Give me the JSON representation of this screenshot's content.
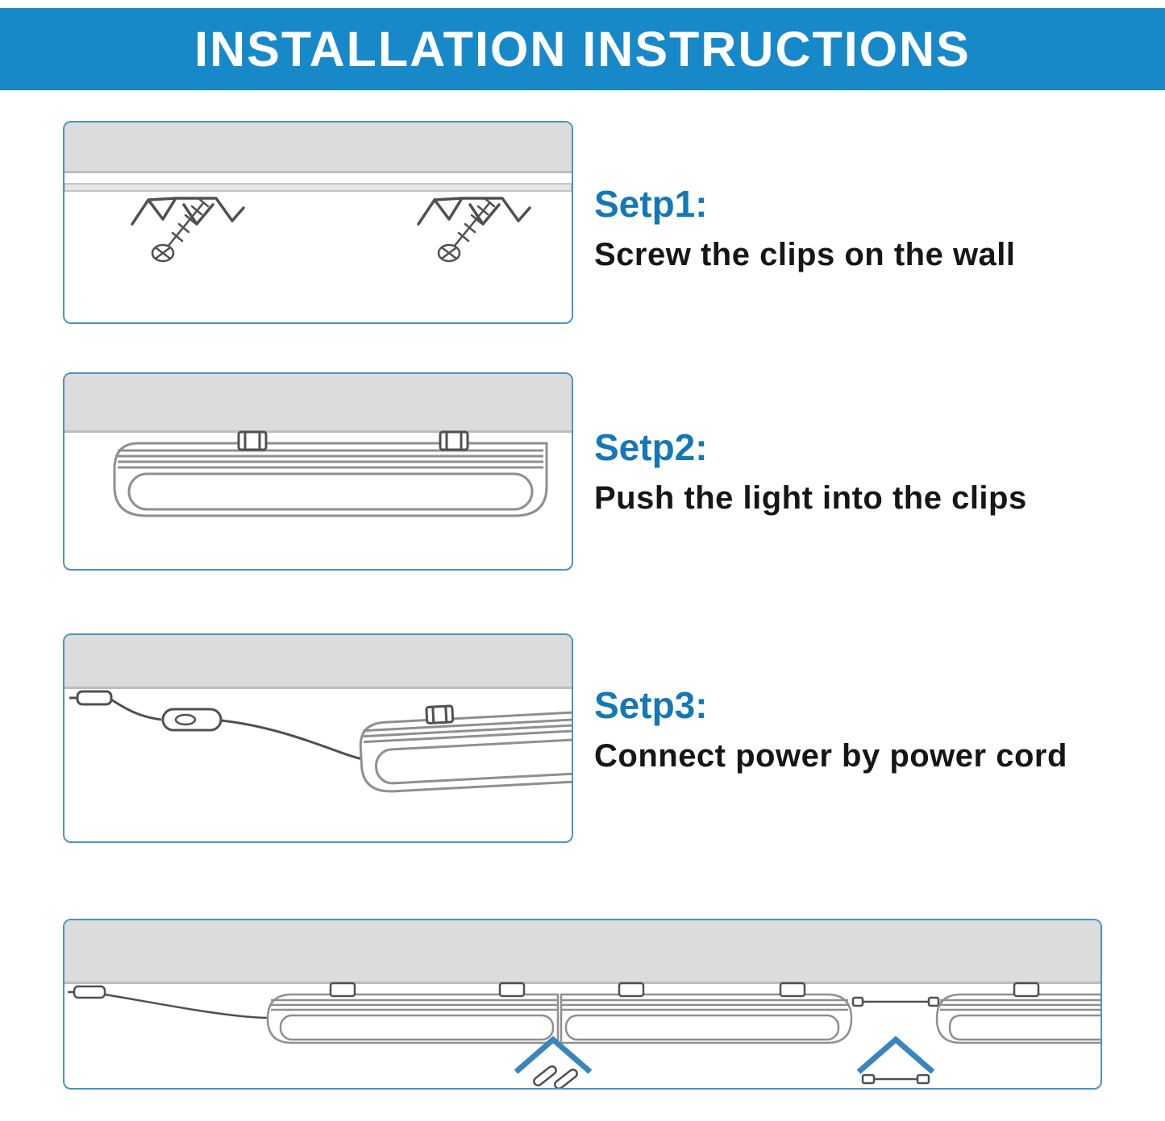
{
  "header": {
    "title": "INSTALLATION INSTRUCTIONS"
  },
  "steps": [
    {
      "label": "Setp1:",
      "description": "Screw the clips on the wall"
    },
    {
      "label": "Setp2:",
      "description": "Push the light into the clips"
    },
    {
      "label": "Setp3:",
      "description": "Connect power by power cord"
    }
  ],
  "illustrations": [
    {
      "name": "clips-screwed-on-wall-illustration"
    },
    {
      "name": "light-pushed-into-clips-illustration"
    },
    {
      "name": "power-cord-connection-illustration"
    },
    {
      "name": "multiple-lights-series-connection-illustration"
    }
  ],
  "colors": {
    "header_bg": "#1789c9",
    "header_text": "#ffffff",
    "step_label": "#1478b5",
    "panel_border": "#4a93c7",
    "ceiling_gray": "#dcdcdc",
    "arrow_blue": "#3a85bd"
  }
}
